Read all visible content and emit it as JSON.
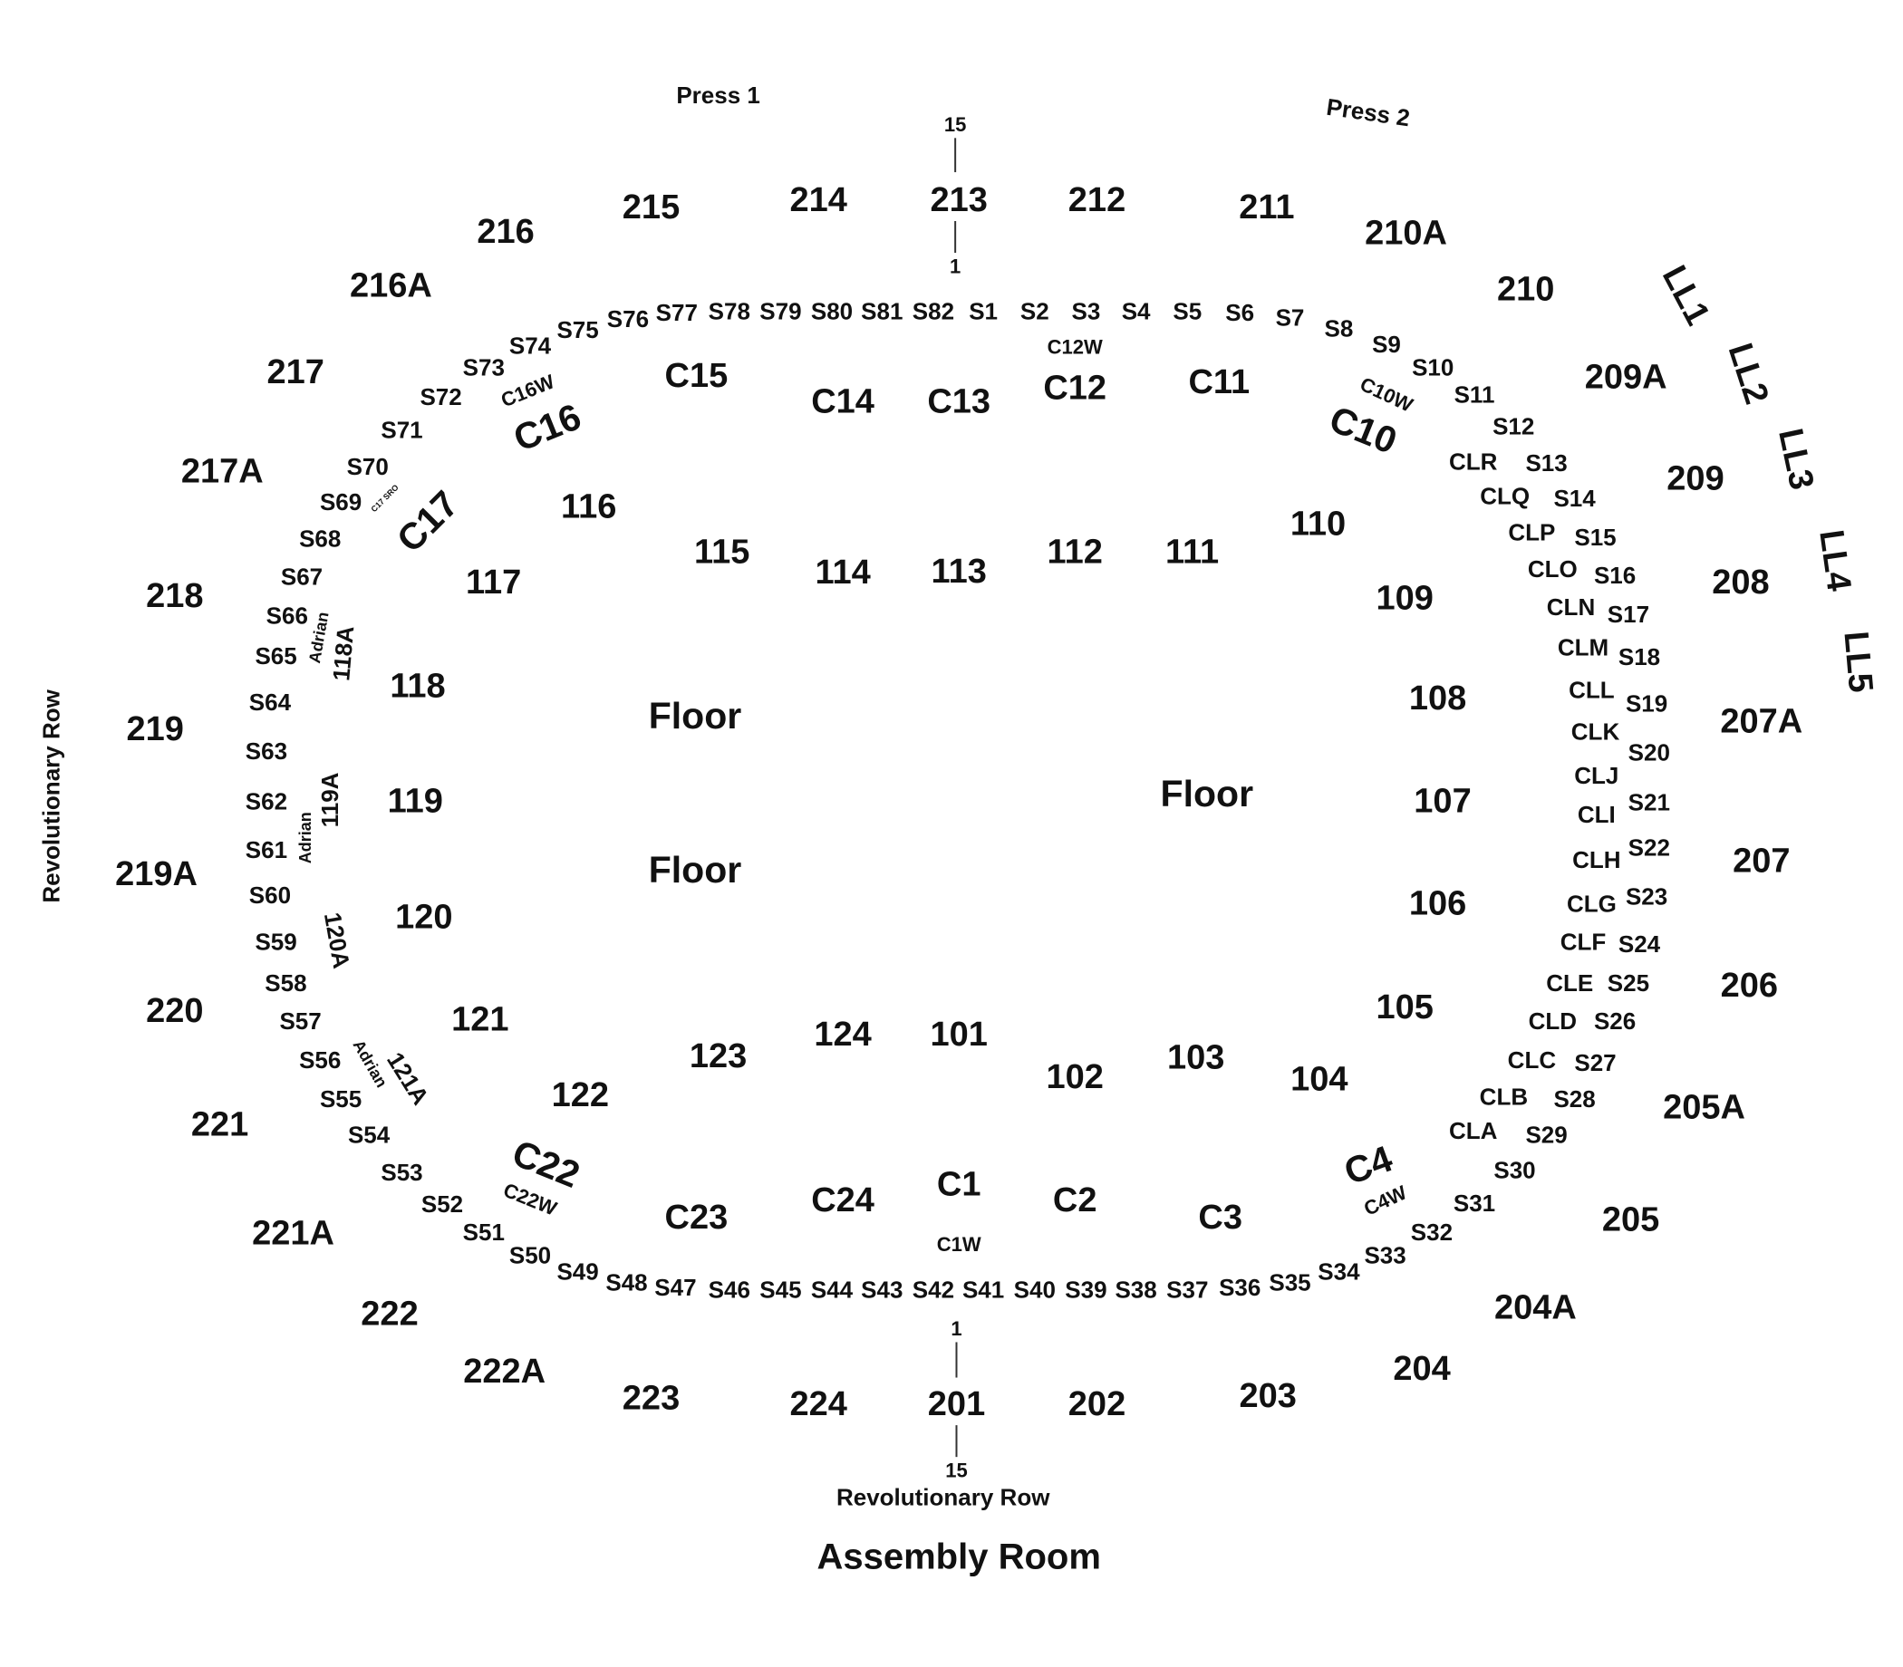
{
  "title": "Assembly Room",
  "press": [
    "Press 1",
    "Press 2"
  ],
  "revolutionary_row": "Revolutionary Row",
  "row_markers": {
    "first": "1",
    "last": "15"
  },
  "floor_label": "Floor",
  "upper_sections": [
    "201",
    "202",
    "203",
    "204",
    "204A",
    "205",
    "205A",
    "206",
    "207",
    "207A",
    "208",
    "209",
    "209A",
    "210",
    "210A",
    "211",
    "212",
    "213",
    "214",
    "215",
    "216",
    "216A",
    "217",
    "217A",
    "218",
    "219",
    "219A",
    "220",
    "221",
    "221A",
    "222",
    "222A",
    "223",
    "224"
  ],
  "lower_sections": [
    "101",
    "102",
    "103",
    "104",
    "105",
    "106",
    "107",
    "108",
    "109",
    "110",
    "111",
    "112",
    "113",
    "114",
    "115",
    "116",
    "117",
    "118",
    "119",
    "120",
    "121",
    "122",
    "123",
    "124"
  ],
  "adrian_sections": [
    "118A",
    "119A",
    "120A",
    "121A"
  ],
  "adrian_label": "Adrian",
  "club_sections": [
    "C1",
    "C2",
    "C3",
    "C4",
    "C10",
    "C11",
    "C12",
    "C13",
    "C14",
    "C15",
    "C16",
    "C17",
    "C22",
    "C23",
    "C24"
  ],
  "club_wheelchair": [
    "C1W",
    "C4W",
    "C10W",
    "C12W",
    "C16W",
    "C22W"
  ],
  "club_sro": "C17 SRO",
  "suites": [
    "S1",
    "S2",
    "S3",
    "S4",
    "S5",
    "S6",
    "S7",
    "S8",
    "S9",
    "S10",
    "S11",
    "S12",
    "S13",
    "S14",
    "S15",
    "S16",
    "S17",
    "S18",
    "S19",
    "S20",
    "S21",
    "S22",
    "S23",
    "S24",
    "S25",
    "S26",
    "S27",
    "S28",
    "S29",
    "S30",
    "S31",
    "S32",
    "S33",
    "S34",
    "S35",
    "S36",
    "S37",
    "S38",
    "S39",
    "S40",
    "S41",
    "S42",
    "S43",
    "S44",
    "S45",
    "S46",
    "S47",
    "S48",
    "S49",
    "S50",
    "S51",
    "S52",
    "S53",
    "S54",
    "S55",
    "S56",
    "S57",
    "S58",
    "S59",
    "S60",
    "S61",
    "S62",
    "S63",
    "S64",
    "S65",
    "S66",
    "S67",
    "S68",
    "S69",
    "S70",
    "S71",
    "S72",
    "S73",
    "S74",
    "S75",
    "S76",
    "S77",
    "S78",
    "S79",
    "S80",
    "S81",
    "S82"
  ],
  "club_loges": [
    "CLA",
    "CLB",
    "CLC",
    "CLD",
    "CLE",
    "CLF",
    "CLG",
    "CLH",
    "CLI",
    "CLJ",
    "CLK",
    "CLL",
    "CLM",
    "CLN",
    "CLO",
    "CLP",
    "CLQ",
    "CLR"
  ],
  "lofts": [
    "LL1",
    "LL2",
    "LL3",
    "LL4",
    "LL5"
  ]
}
